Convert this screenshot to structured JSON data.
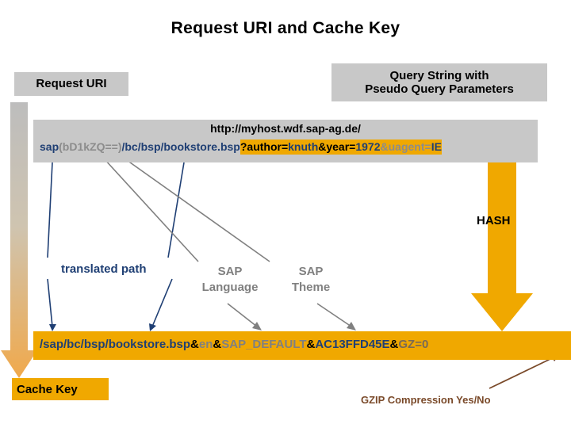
{
  "title": "Request URI and Cache Key",
  "boxes": {
    "request_uri": "Request URI",
    "query_string_line1": "Query String with",
    "query_string_line2": "Pseudo Query Parameters",
    "cache_key": "Cache Key"
  },
  "uri": {
    "line1": "http://myhost.wdf.sap-ag.de/",
    "segments": [
      {
        "text": "sap",
        "color": "#1f3f74",
        "highlighted": false
      },
      {
        "text": "(bD1kZQ==)",
        "color": "#8c8c8c",
        "highlighted": false
      },
      {
        "text": "/bc/bsp/bookstore.bsp",
        "color": "#1f3f74",
        "highlighted": false
      },
      {
        "text": "?",
        "color": "#000000",
        "highlighted": true
      },
      {
        "text": "author=",
        "color": "#000000",
        "highlighted": true
      },
      {
        "text": "knuth",
        "color": "#1f3f74",
        "highlighted": true
      },
      {
        "text": "&year=",
        "color": "#000000",
        "highlighted": true
      },
      {
        "text": "1972",
        "color": "#1f3f74",
        "highlighted": true
      },
      {
        "text": "&uagent=",
        "color": "#8c8c8c",
        "highlighted": true
      },
      {
        "text": "IE",
        "color": "#1f3f74",
        "highlighted": true
      }
    ]
  },
  "cache_key_bar": {
    "segments": [
      {
        "text": "/sap/bc/bsp/bookstore.bsp",
        "color": "#1f3f74"
      },
      {
        "text": "&",
        "color": "#000000"
      },
      {
        "text": "en",
        "color": "#808080"
      },
      {
        "text": "&",
        "color": "#000000"
      },
      {
        "text": "SAP_DEFAULT",
        "color": "#808080"
      },
      {
        "text": "&",
        "color": "#000000"
      },
      {
        "text": "AC13FFD45E",
        "color": "#1f3f74"
      },
      {
        "text": "&",
        "color": "#000000"
      },
      {
        "text": "GZ=0",
        "color": "#7a6a55"
      }
    ]
  },
  "labels": {
    "hash": "HASH",
    "translated_path": "translated path",
    "sap_language_line1": "SAP",
    "sap_language_line2": "Language",
    "sap_theme_line1": "SAP",
    "sap_theme_line2": "Theme",
    "gzip": "GZIP Compression Yes/No"
  },
  "colors": {
    "orange": "#f0a800",
    "gray_box": "#c8c8c8",
    "dark_blue": "#1f3f74",
    "mid_gray": "#808080",
    "brown": "#7a4a2a",
    "arrow_gradient_top": "#bdbdbd",
    "arrow_gradient_bottom": "#f0a94c"
  }
}
